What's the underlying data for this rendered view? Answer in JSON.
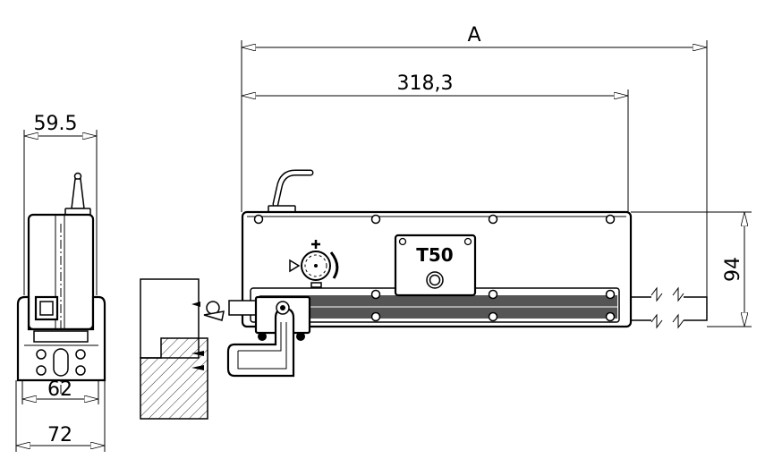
{
  "drawing": {
    "product_label": "T50",
    "dimensions": {
      "overall_length": "A",
      "body_length": "318,3",
      "height": "94",
      "side_width_top": "59.5",
      "side_width_base_inner": "62",
      "side_width_base_outer": "72"
    }
  }
}
